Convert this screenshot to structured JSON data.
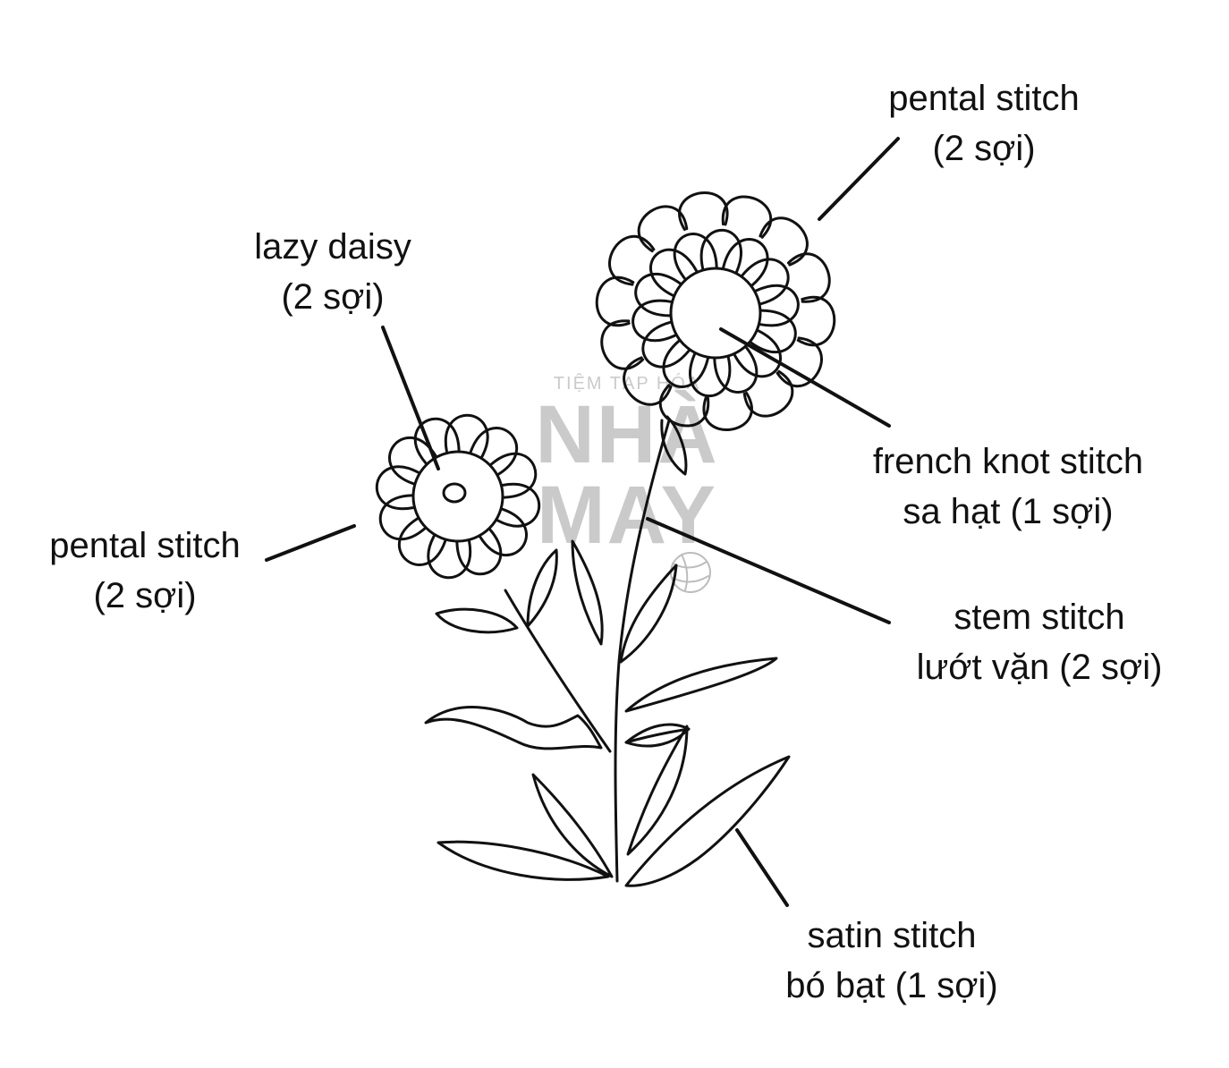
{
  "watermark": {
    "line1": "TIỆM TẠP HÓA",
    "line2": "NHÀ",
    "line3": "MAY"
  },
  "labels": {
    "top_right": {
      "line1": "pental stitch",
      "line2": "(2 sợi)"
    },
    "lazy_daisy": {
      "line1": "lazy daisy",
      "line2": "(2 sợi)"
    },
    "left": {
      "line1": "pental stitch",
      "line2": "(2 sợi)"
    },
    "french_knot": {
      "line1": "french knot stitch",
      "line2": "sa hạt (1 sợi)"
    },
    "stem": {
      "line1": "stem stitch",
      "line2": "lướt vặn (2 sợi)"
    },
    "satin": {
      "line1": "satin stitch",
      "line2": "bó bạt (1 sợi)"
    }
  },
  "colors": {
    "ink": "#111111",
    "watermark": "#b9b9b9",
    "background": "#ffffff"
  }
}
